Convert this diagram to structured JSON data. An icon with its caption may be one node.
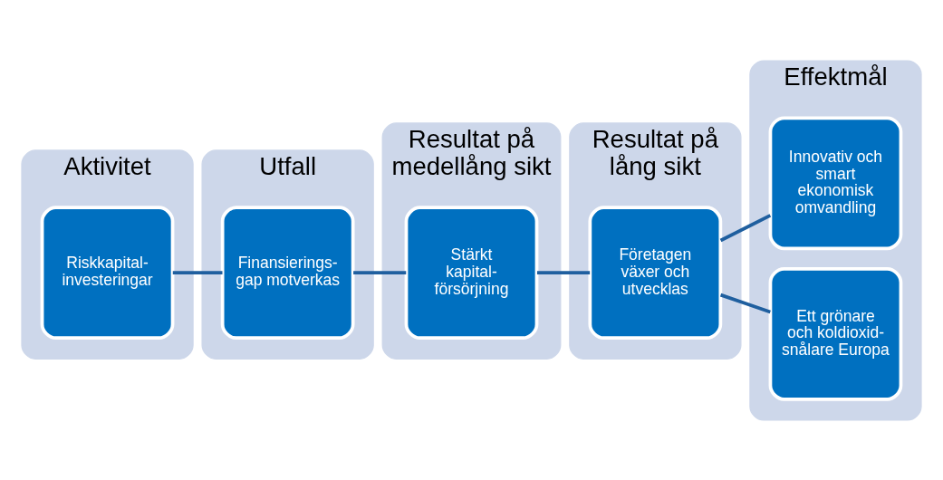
{
  "diagram": {
    "nodes": [
      {
        "text": [
          "Aktivitet"
        ]
      },
      {
        "text": [
          "Riskkapital- investeringar"
        ],
        "in": 0
      },
      {
        "text": [
          "Utfall"
        ]
      },
      {
        "text": [
          "Finansierings- gap motverkas"
        ],
        "in": 2
      },
      {
        "text": [
          "Resultat på medellång sikt"
        ]
      },
      {
        "text": [
          "Stärkt kapital- försörjning"
        ],
        "in": 4
      },
      {
        "text": [
          "Resultat på lång sikt"
        ]
      },
      {
        "text": [
          "Företagen växer och utvecklas"
        ],
        "in": 6
      },
      {
        "text": [
          "Effektmål"
        ]
      },
      {
        "text": [
          "Innovativ och smart ekonomisk omvandling"
        ],
        "in": 8
      },
      {
        "text": [
          "Ett grönare och koldioxid- snålare Europa"
        ],
        "in": 8
      }
    ],
    "edges": [
      {
        "from": 1,
        "to": 3,
        "arrow": "none"
      },
      {
        "from": 3,
        "to": 5,
        "arrow": "none"
      },
      {
        "from": 5,
        "to": 7,
        "arrow": "none"
      },
      {
        "from": 7,
        "to": 9,
        "arrow": "none"
      },
      {
        "from": 7,
        "to": 10,
        "arrow": "none"
      }
    ]
  }
}
